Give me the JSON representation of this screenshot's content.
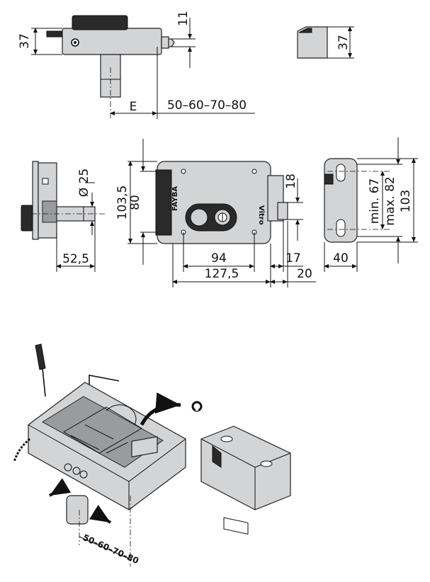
{
  "dimensions": {
    "top_height": "37",
    "top_offset": "11",
    "top_e": "E",
    "top_backsets": "50–60–70–80",
    "keeper_height": "37",
    "front_diameter": "Ø 25",
    "front_backset": "52,5",
    "lock_height_outer": "103,5",
    "lock_height_inner": "80",
    "cylinder_offset": "18",
    "lock_width_inner": "94",
    "lock_width_outer": "127,5",
    "bolt_projection_1": "17",
    "bolt_projection_2": "20",
    "keeper_min": "min. 67",
    "keeper_max": "max. 82",
    "keeper_total": "103",
    "keeper_width": "40",
    "iso_backsets": "50–60–70–80"
  },
  "brand": {
    "name": "Vitro"
  },
  "icons": {
    "screwdriver": "screwdriver-icon",
    "allen_key": "allen-key-icon",
    "circlip": "circlip-icon",
    "direction_arrows": "arrow-icon"
  }
}
